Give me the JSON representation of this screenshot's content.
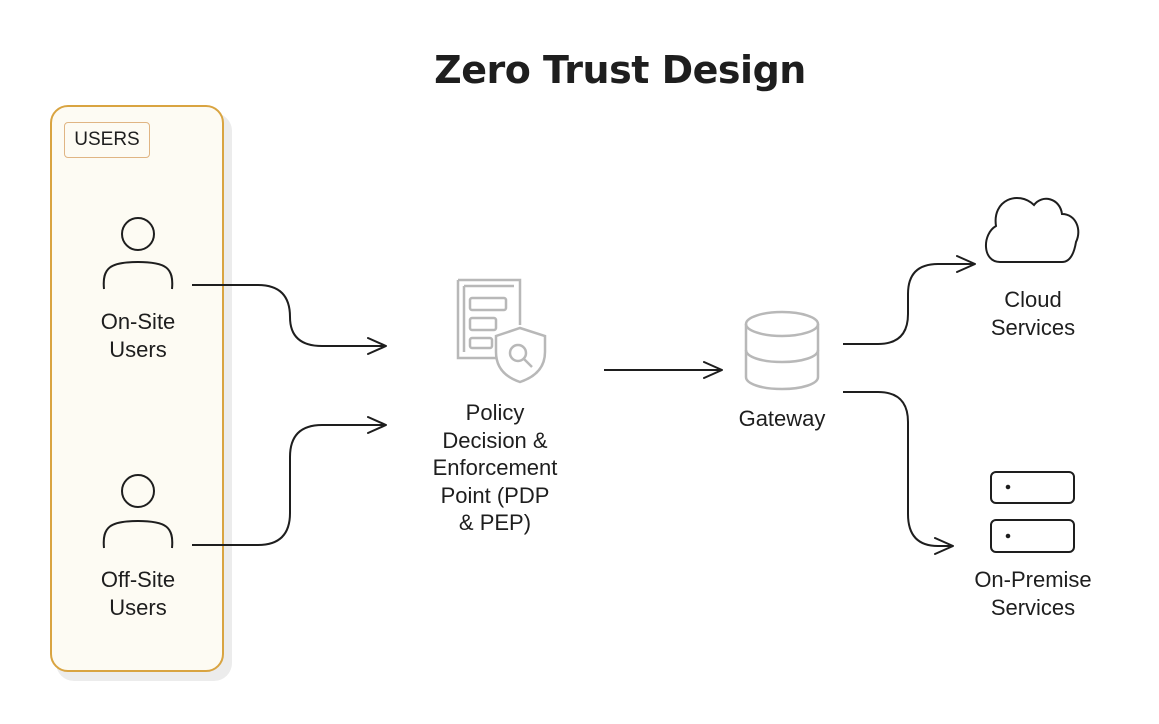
{
  "diagram": {
    "title": "Zero Trust Design",
    "group": {
      "label": "USERS"
    },
    "nodes": {
      "onsite": {
        "line1": "On-Site",
        "line2": "Users",
        "icon": "user-icon"
      },
      "offsite": {
        "line1": "Off-Site",
        "line2": "Users",
        "icon": "user-icon"
      },
      "policy": {
        "lines": [
          "Policy",
          "Decision &",
          "Enforcement",
          "Point (PDP",
          "& PEP)"
        ],
        "icon": "document-shield-search-icon"
      },
      "gateway": {
        "label": "Gateway",
        "icon": "database-icon"
      },
      "cloud": {
        "line1": "Cloud",
        "line2": "Services",
        "icon": "cloud-icon"
      },
      "onprem": {
        "line1": "On-Premise",
        "line2": "Services",
        "icon": "server-rack-icon"
      }
    },
    "colors": {
      "group_border": "#d9a441",
      "group_fill": "#fdfbf3",
      "icon_gray": "#b8b8b8",
      "stroke": "#1e1e1e"
    }
  }
}
